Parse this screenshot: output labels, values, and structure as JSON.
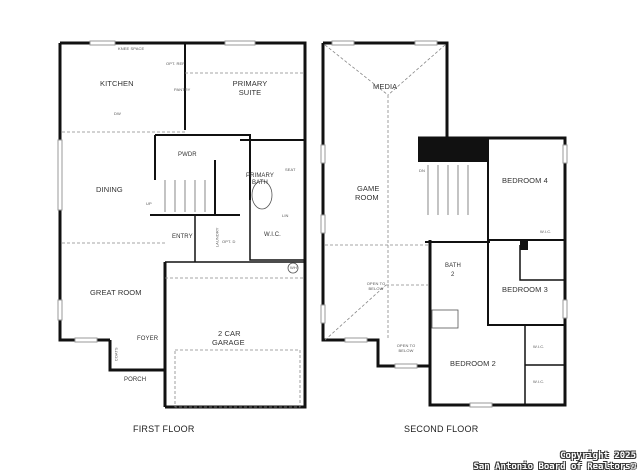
{
  "first_floor": {
    "title": "FIRST FLOOR",
    "rooms": {
      "kitchen": "KITCHEN",
      "knee_space": "KNEE SPACE",
      "opt_ref": "OPT. REF",
      "pantry": "PANTRY",
      "dw": "DW",
      "primary_suite": "PRIMARY SUITE",
      "dining": "DINING",
      "pwdr": "PWDR",
      "primary_bath": "PRIMARY BATH",
      "seat": "SEAT",
      "lin": "LIN",
      "wic": "W.I.C.",
      "up": "UP",
      "entry": "ENTRY",
      "laundry": "LAUNDRY",
      "opt_d": "OPT. D",
      "wh": "WH",
      "great_room": "GREAT ROOM",
      "foyer": "FOYER",
      "coats": "COATS",
      "porch": "PORCH",
      "garage_line1": "2 CAR",
      "garage_line2": "GARAGE"
    }
  },
  "second_floor": {
    "title": "SECOND FLOOR",
    "rooms": {
      "media": "MEDIA",
      "game_room_line1": "GAME",
      "game_room_line2": "ROOM",
      "dn": "DN",
      "bedroom4": "BEDROOM 4",
      "wic_b4": "W.I.C.",
      "bath2_line1": "BATH",
      "bath2_line2": "2",
      "bedroom3": "BEDROOM 3",
      "wic_b3": "W.I.C.",
      "open_to_below_1": "OPEN TO BELOW",
      "open_to_below_2": "OPEN TO BELOW",
      "bedroom2": "BEDROOM 2",
      "wic_b2": "W.I.C."
    }
  },
  "watermark": {
    "line1": "Copyright 2025",
    "line2": "San Antonio Board of Realtors®"
  },
  "colors": {
    "wall": "#111111",
    "dashed": "#888888",
    "window": "#bbbbbb"
  }
}
